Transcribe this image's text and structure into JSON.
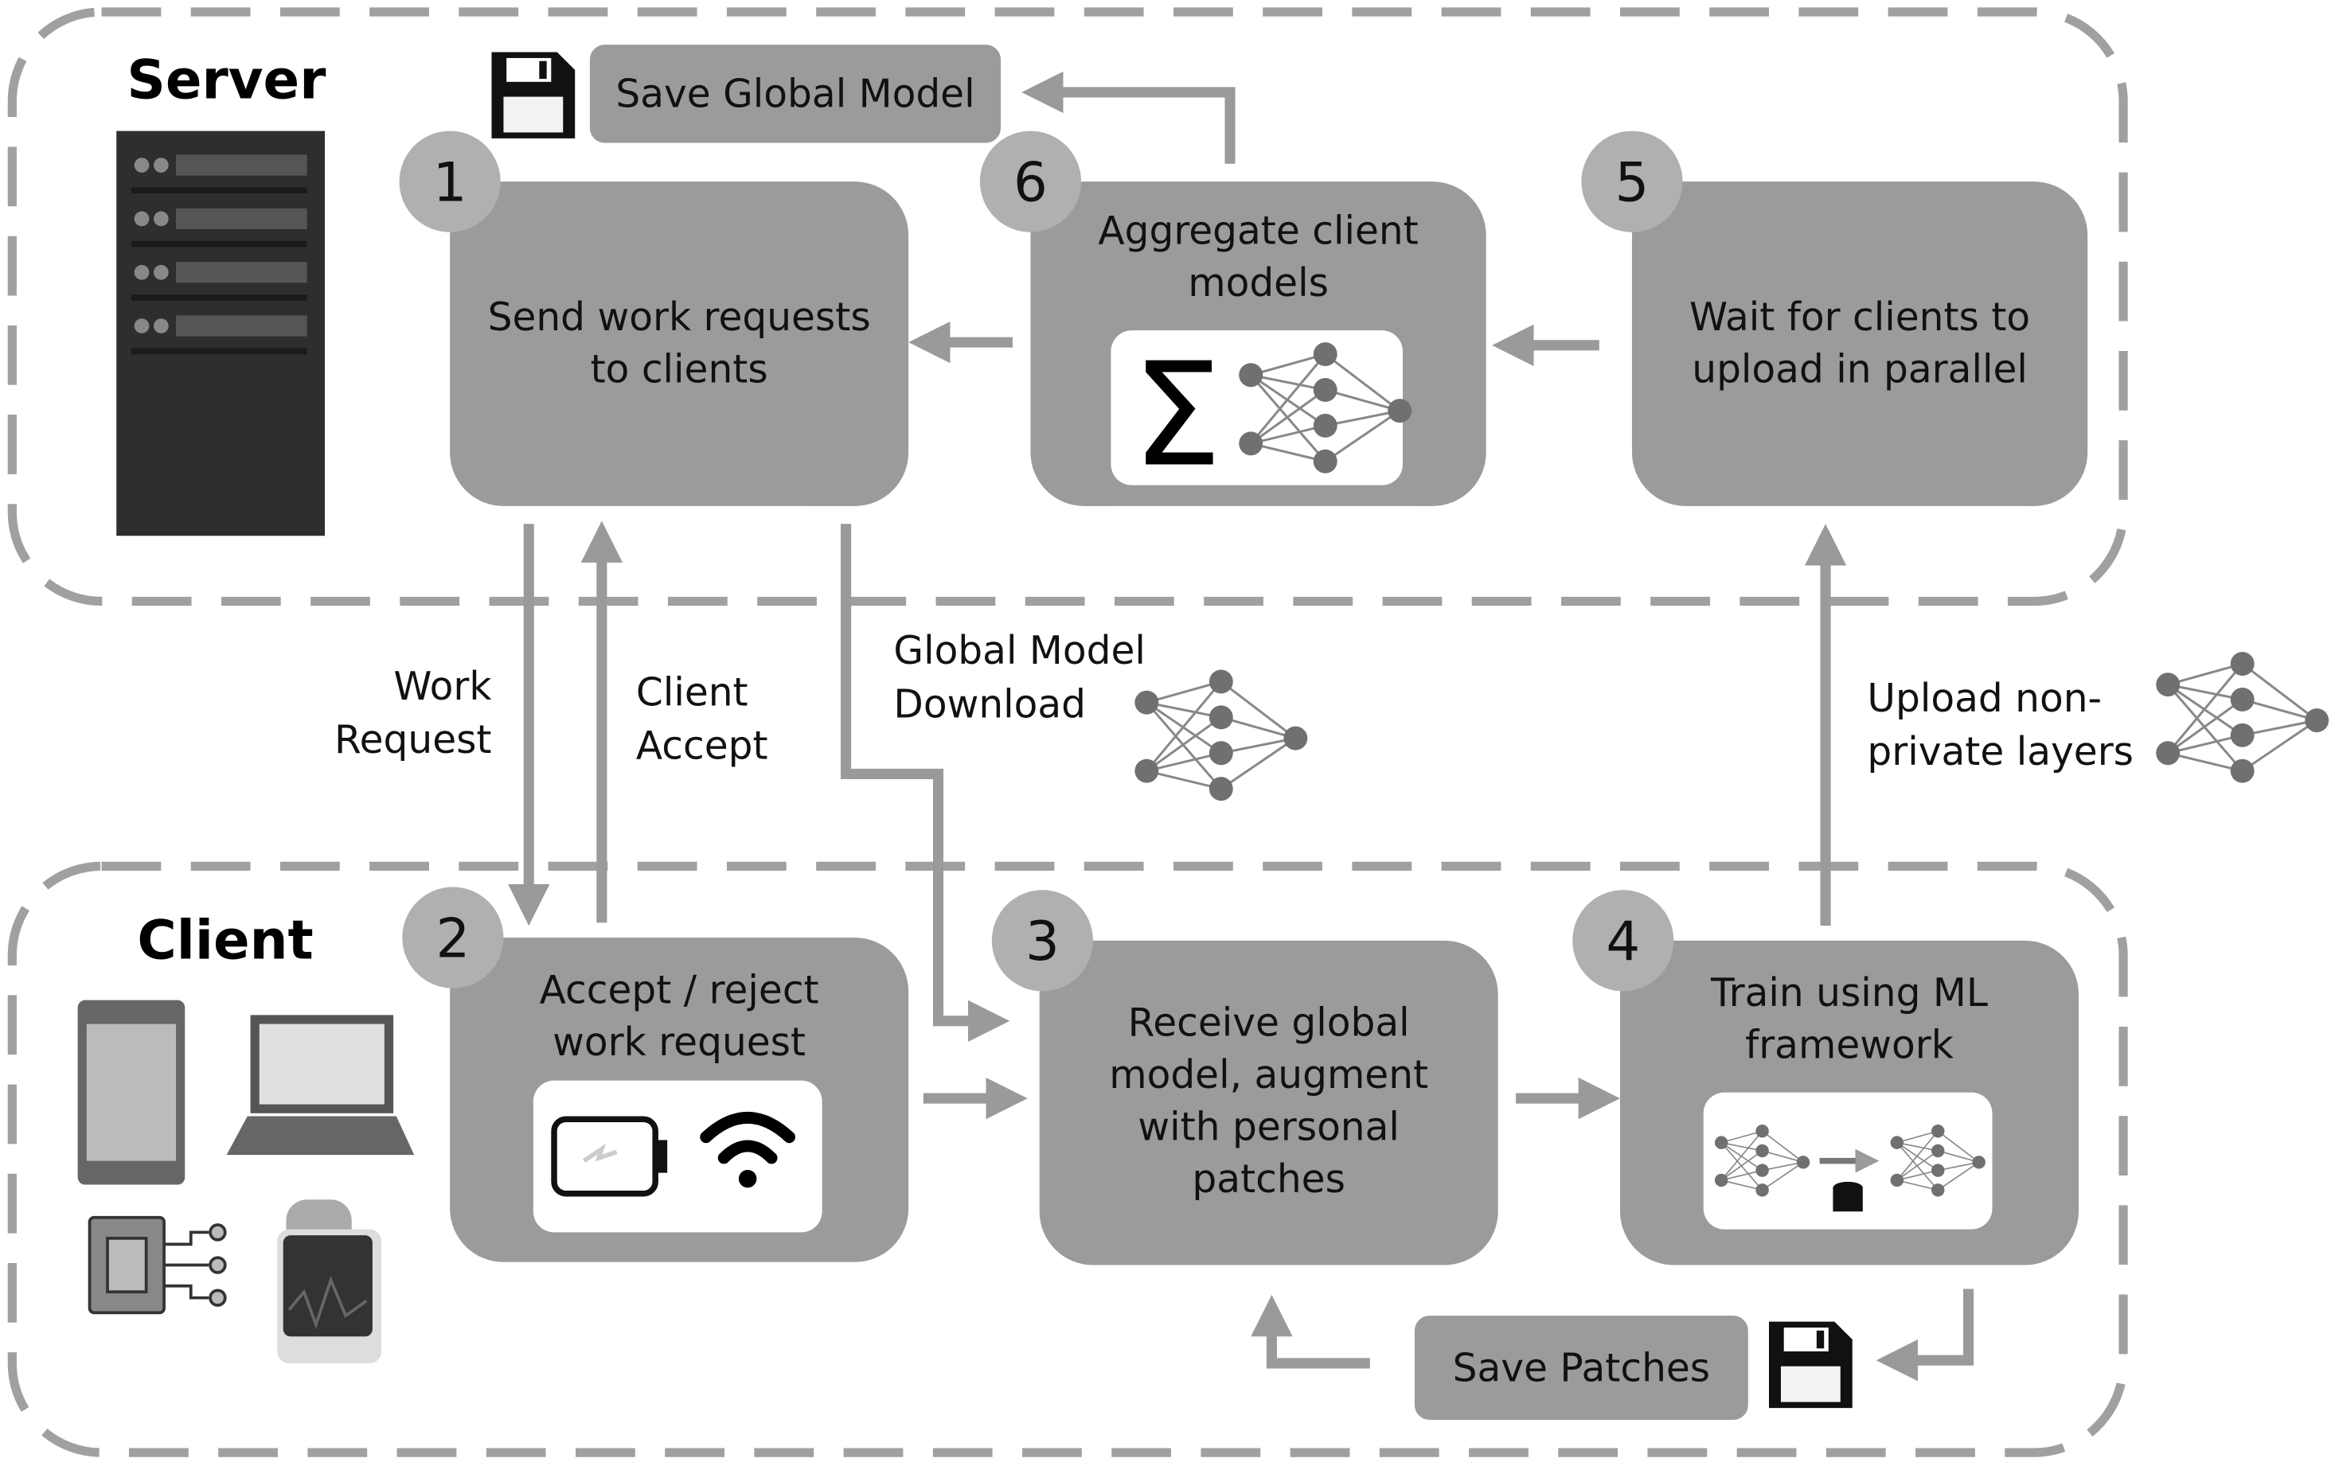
{
  "server": {
    "title": "Server"
  },
  "client": {
    "title": "Client"
  },
  "save_global_model": "Save Global Model",
  "save_patches": "Save Patches",
  "steps": [
    {
      "num": "1",
      "lines": [
        "Send work requests",
        "to clients"
      ]
    },
    {
      "num": "2",
      "lines": [
        "Accept / reject",
        "work request"
      ]
    },
    {
      "num": "3",
      "lines": [
        "Receive global",
        "model, augment",
        "with personal",
        "patches"
      ]
    },
    {
      "num": "4",
      "lines": [
        "Train using ML",
        "framework"
      ]
    },
    {
      "num": "5",
      "lines": [
        "Wait for clients to",
        "upload in parallel"
      ]
    },
    {
      "num": "6",
      "lines": [
        "Aggregate client",
        "models"
      ]
    }
  ],
  "edges": {
    "work_request": [
      "Work",
      "Request"
    ],
    "client_accept": [
      "Client",
      "Accept"
    ],
    "global_model_download": [
      "Global Model",
      "Download"
    ],
    "upload_non_private": [
      "Upload non-",
      "private layers"
    ]
  },
  "colors": {
    "box": "#9b9b9b",
    "badge": "#b0b0b0",
    "arrow": "#9a9a9a",
    "dash": "#a0a0a0"
  }
}
